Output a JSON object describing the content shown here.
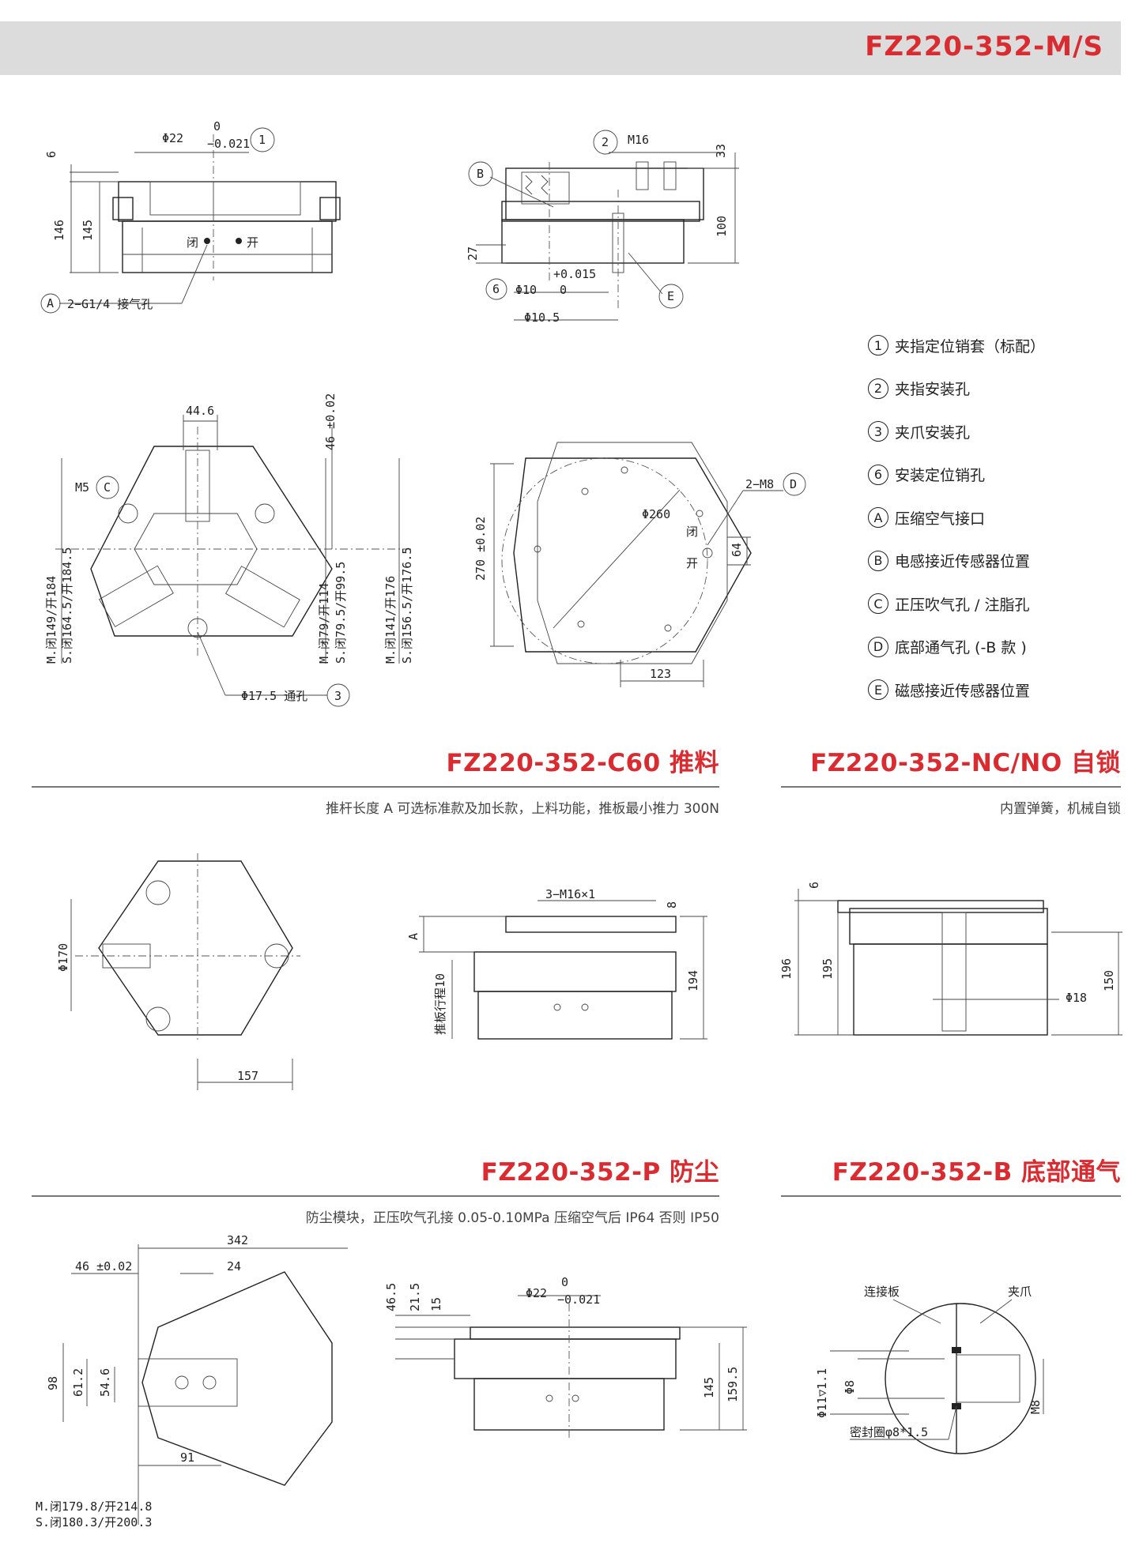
{
  "header": {
    "title": "FZ220-352-M/S"
  },
  "legend": [
    {
      "mark": "1",
      "text": "夹指定位销套（标配）"
    },
    {
      "mark": "2",
      "text": "夹指安装孔"
    },
    {
      "mark": "3",
      "text": "夹爪安装孔"
    },
    {
      "mark": "6",
      "text": "安装定位销孔"
    },
    {
      "mark": "A",
      "text": "压缩空气接口"
    },
    {
      "mark": "B",
      "text": "电感接近传感器位置"
    },
    {
      "mark": "C",
      "text": "正压吹气孔 / 注脂孔"
    },
    {
      "mark": "D",
      "text": "底部通气孔 (-B 款 )"
    },
    {
      "mark": "E",
      "text": "磁感接近传感器位置"
    }
  ],
  "sections": {
    "c60": {
      "title": "FZ220-352-C60 推料",
      "desc": "推杆长度 A 可选标准款及加长款，上料功能，推板最小推力 300N"
    },
    "ncno": {
      "title": "FZ220-352-NC/NO 自锁",
      "desc": "内置弹簧，机械自锁"
    },
    "p": {
      "title": "FZ220-352-P 防尘",
      "desc": "防尘模块，正压吹气孔接 0.05-0.10MPa 压缩空气后 IP64 否则 IP50"
    },
    "b": {
      "title": "FZ220-352-B 底部通气",
      "desc": ""
    }
  },
  "dims": {
    "v1": {
      "d22": "Φ22",
      "tol_up": "0",
      "tol_low": "−0.021",
      "c1": "1",
      "h6": "6",
      "h146": "146",
      "h145": "145",
      "close": "闭",
      "open": "开",
      "portA": "A",
      "port_txt": "2−G1/4 接气孔"
    },
    "v2": {
      "c2": "2",
      "m16": "M16",
      "b": "B",
      "h33": "33",
      "h100": "100",
      "h27": "27",
      "c6": "6",
      "d10": "Φ10",
      "tol_a": "+0.015",
      "tol_b": "0",
      "d105": "Φ10.5",
      "e": "E"
    },
    "v3": {
      "w446": "44.6",
      "h46": "46 ±0.02",
      "m5": "M5",
      "c": "C",
      "l1": "M.闭149/开184",
      "l2": "S.闭164.5/开184.5",
      "l3": "M.闭79/开114",
      "l4": "S.闭79.5/开99.5",
      "l5": "M.闭141/开176",
      "l6": "S.闭156.5/开176.5",
      "d175": "Φ17.5 通孔",
      "c3": "3"
    },
    "v4": {
      "d260": "Φ260",
      "m8": "2−M8",
      "d": "D",
      "h270": "270 ±0.02",
      "h64": "64",
      "w123": "123",
      "close": "闭",
      "open": "开"
    },
    "c60a": {
      "d170": "Φ170",
      "w157": "157"
    },
    "c60b": {
      "m16x1": "3−M16×1",
      "h8": "8",
      "a": "A",
      "stroke": "推板行程10",
      "h194": "194"
    },
    "nc": {
      "h6": "6",
      "h196": "196",
      "h195": "195",
      "d18": "Φ18",
      "h150": "150"
    },
    "pa": {
      "w342": "342",
      "h46": "46 ±0.02",
      "w24": "24",
      "h98": "98",
      "h612": "61.2",
      "h546": "54.6",
      "w91": "91",
      "l1": "M.闭179.8/开214.8",
      "l2": "S.闭180.3/开200.3"
    },
    "pb": {
      "h465": "46.5",
      "h215": "21.5",
      "h15": "15",
      "d22": "Φ22",
      "tol_up": "0",
      "tol_low": "−0.021",
      "h145": "145",
      "h1595": "159.5"
    },
    "bb": {
      "plate": "连接板",
      "jaw": "夹爪",
      "d11": "Φ11▽1.1",
      "d8": "Φ8",
      "m8": "M8",
      "seal": "密封圈φ8*1.5"
    }
  }
}
